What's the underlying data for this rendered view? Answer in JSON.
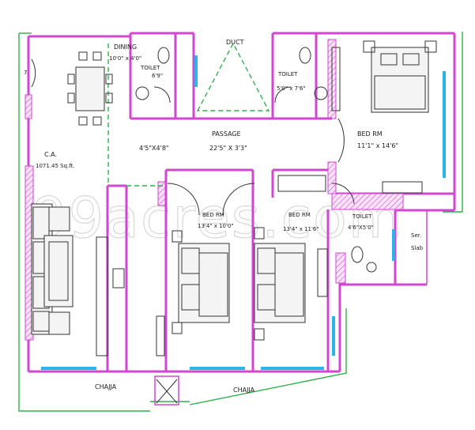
{
  "rooms": {
    "dining": {
      "name": "DINING",
      "size": "10'0\" x 4'0\""
    },
    "toilet_left": {
      "name": "TOILET",
      "size": "6'9\""
    },
    "duct": {
      "name": "DUCT"
    },
    "toilet_right": {
      "name": "TOILET",
      "size": "5'0\" x 7'6\""
    },
    "bed_top_right": {
      "name": "BED RM",
      "size": "11'1\" x 14'6\""
    },
    "passage": {
      "name": "PASSAGE",
      "size": "22'5\" X 3'3\""
    },
    "passage_side": {
      "size": "4'5\"X4'8\""
    },
    "carpet": {
      "name": "C.A.",
      "size": "1071.45 Sq.ft."
    },
    "bed_mid": {
      "name": "BED RM",
      "size": "13'4\" x 10'0\""
    },
    "bed_right": {
      "name": "BED RM",
      "size": "13'4\" x 11'6\""
    },
    "toilet_small": {
      "name": "TOILET",
      "size": "4'6\"X5'0\""
    },
    "service_slab": {
      "line1": "Ser.",
      "line2": "Slab"
    }
  },
  "chajja_left": "CHAJJA",
  "chajja_right": "CHAJJA",
  "entry_number": "7",
  "watermark": "99acres.com",
  "colors": {
    "wall": "#d247d2",
    "window": "#29b6e6",
    "outline": "#2fb04a",
    "text": "#1a1a1a"
  }
}
